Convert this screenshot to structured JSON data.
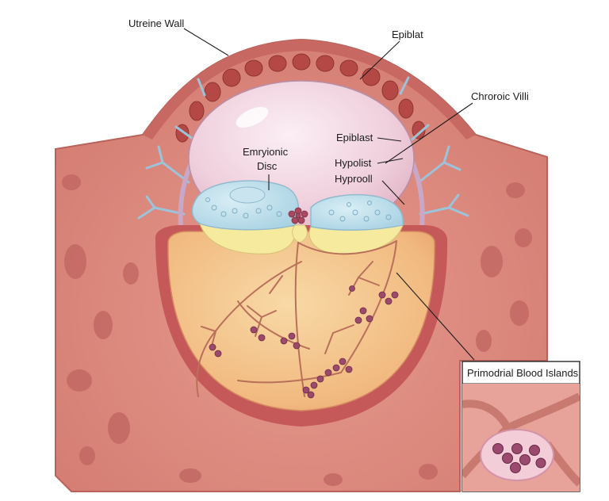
{
  "labels": {
    "uterine_wall": "Utreine Wall",
    "epiblast_top": "Epiblat",
    "chorionic_villi": "Chroroic Villi",
    "embryonic_disc_line1": "Emryionic",
    "embryonic_disc_line2": "Disc",
    "epiblast": "Epiblast",
    "hypoblast": "Hypolist",
    "hyproll": "Hyprooll"
  },
  "inset": {
    "title": "Primodrial Blood Islands"
  },
  "colors": {
    "uterine_tissue": "#d9837a",
    "uterine_dark": "#b95b55",
    "cavity_membrane": "#f1d7e2",
    "disc_blue": "#bcdde9",
    "yolk_yellow": "#f6e8a6",
    "yolk_sac_orange": "#f3c08a",
    "vessel": "#b46a52",
    "blood_cell": "#8a3a52"
  }
}
